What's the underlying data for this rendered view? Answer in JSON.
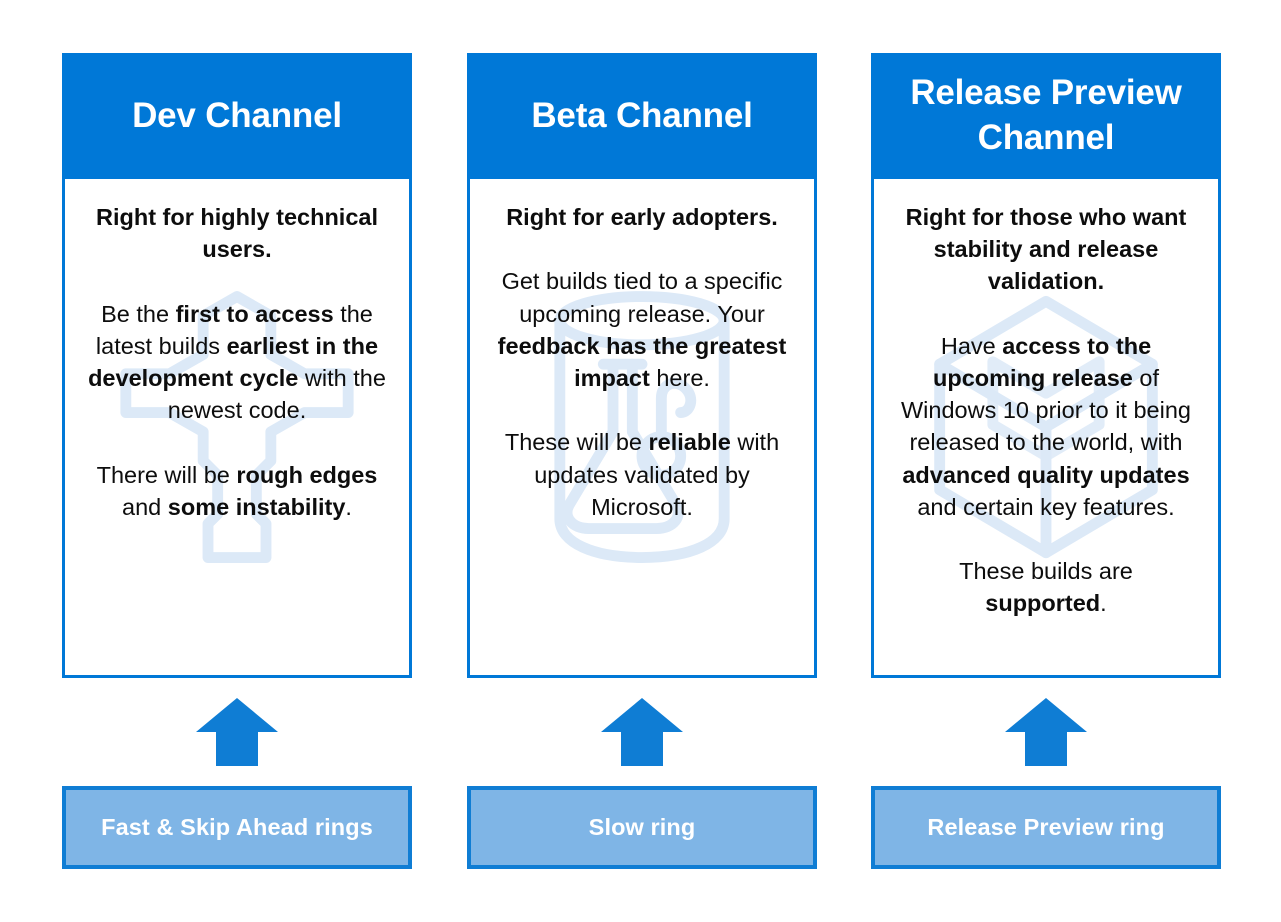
{
  "diagram": {
    "accent_color": "#0078D7",
    "ring_bar_fill": "#7FB5E6",
    "ring_bar_border": "#0F7DD4",
    "arrow_color": "#0F7DD4",
    "watermark_color": "#DCE9F7",
    "columns": [
      {
        "id": "dev",
        "header": "Dev Channel",
        "watermark_icon": "person-icon",
        "lead": "Right for highly technical users.",
        "paragraphs": [
          [
            {
              "text": "Be the ",
              "bold": false
            },
            {
              "text": "first to access",
              "bold": true
            },
            {
              "text": " the latest builds ",
              "bold": false
            },
            {
              "text": "earliest in the development cycle",
              "bold": true
            },
            {
              "text": " with the newest code.",
              "bold": false
            }
          ],
          [
            {
              "text": "There will be ",
              "bold": false
            },
            {
              "text": "rough edges",
              "bold": true
            },
            {
              "text": " and ",
              "bold": false
            },
            {
              "text": "some instability",
              "bold": true
            },
            {
              "text": ".",
              "bold": false
            }
          ]
        ],
        "arrow_icon": "up-arrow-icon",
        "ring_label": "Fast & Skip Ahead rings"
      },
      {
        "id": "beta",
        "header": "Beta Channel",
        "watermark_icon": "beaker-icon",
        "lead": "Right for early adopters.",
        "paragraphs": [
          [
            {
              "text": "Get builds tied to a specific upcoming release. Your ",
              "bold": false
            },
            {
              "text": "feedback has the greatest impact",
              "bold": true
            },
            {
              "text": " here.",
              "bold": false
            }
          ],
          [
            {
              "text": "These will be ",
              "bold": false
            },
            {
              "text": "reliable",
              "bold": true
            },
            {
              "text": " with updates validated by Microsoft.",
              "bold": false
            }
          ]
        ],
        "arrow_icon": "up-arrow-icon",
        "ring_label": "Slow ring"
      },
      {
        "id": "release-preview",
        "header": "Release Preview Channel",
        "watermark_icon": "cube-icon",
        "lead": "Right for those who want stability and release validation.",
        "paragraphs": [
          [
            {
              "text": "Have ",
              "bold": false
            },
            {
              "text": "access to the upcoming release",
              "bold": true
            },
            {
              "text": " of Windows 10 prior to it being released to the world, with ",
              "bold": false
            },
            {
              "text": "advanced quality updates",
              "bold": true
            },
            {
              "text": " and certain key features.",
              "bold": false
            }
          ],
          [
            {
              "text": "These builds are ",
              "bold": false
            },
            {
              "text": "supported",
              "bold": true
            },
            {
              "text": ".",
              "bold": false
            }
          ]
        ],
        "arrow_icon": "up-arrow-icon",
        "ring_label": "Release Preview ring"
      }
    ]
  }
}
